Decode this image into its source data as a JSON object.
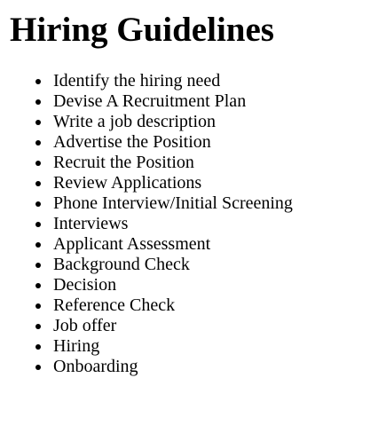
{
  "page": {
    "title": "Hiring Guidelines"
  },
  "steps": [
    "Identify the hiring need",
    "Devise A Recruitment Plan",
    "Write a job description",
    "Advertise the Position",
    "Recruit the Position",
    "Review Applications",
    "Phone Interview/Initial Screening",
    "Interviews",
    "Applicant Assessment",
    "Background Check",
    "Decision",
    "Reference Check",
    "Job offer",
    "Hiring",
    "Onboarding"
  ]
}
